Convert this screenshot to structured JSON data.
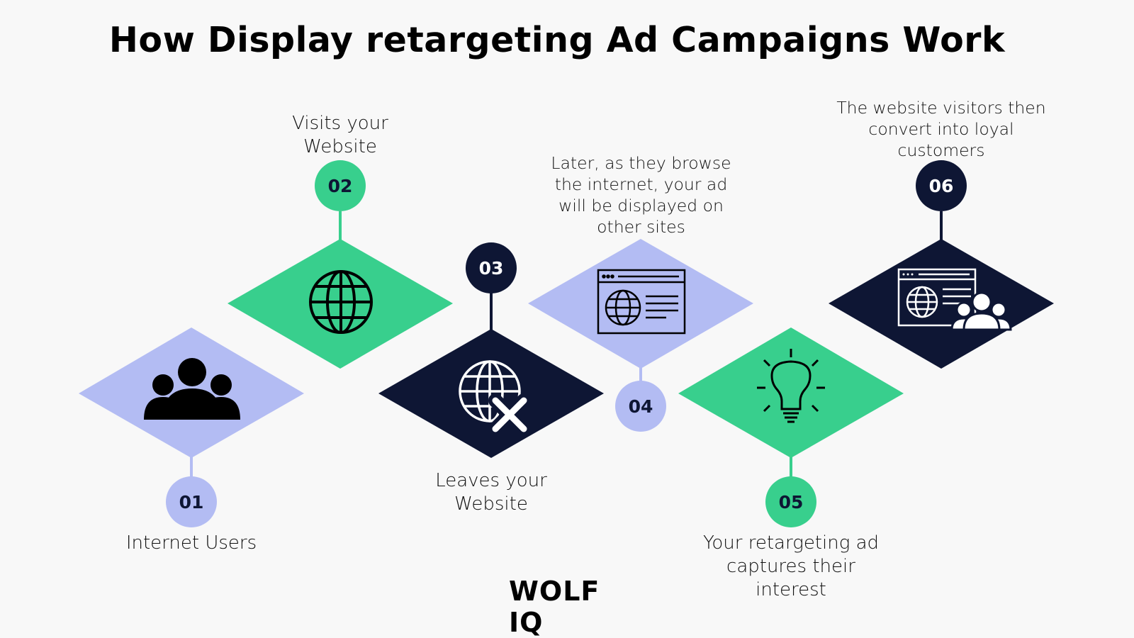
{
  "title": "How Display retargeting Ad Campaigns Work",
  "colors": {
    "lavender": "#b3bcf3",
    "green": "#38cf8d",
    "navy": "#0e1634",
    "background": "#f8f8f8"
  },
  "steps": [
    {
      "number": "01",
      "label": "Internet Users",
      "color": "lavender",
      "icon": "users-icon"
    },
    {
      "number": "02",
      "label": "Visits your Website",
      "color": "green",
      "icon": "globe-icon"
    },
    {
      "number": "03",
      "label": "Leaves your Website",
      "color": "navy",
      "icon": "globe-x-icon"
    },
    {
      "number": "04",
      "label": "Later, as they browse the internet, your ad will be displayed on other sites",
      "color": "lavender",
      "icon": "browser-ad-icon"
    },
    {
      "number": "05",
      "label": "Your retargeting ad captures their interest",
      "color": "green",
      "icon": "lightbulb-icon"
    },
    {
      "number": "06",
      "label": "The website visitors then convert into loyal customers",
      "color": "navy",
      "icon": "browser-users-icon"
    }
  ],
  "brand": "WOLF IQ"
}
